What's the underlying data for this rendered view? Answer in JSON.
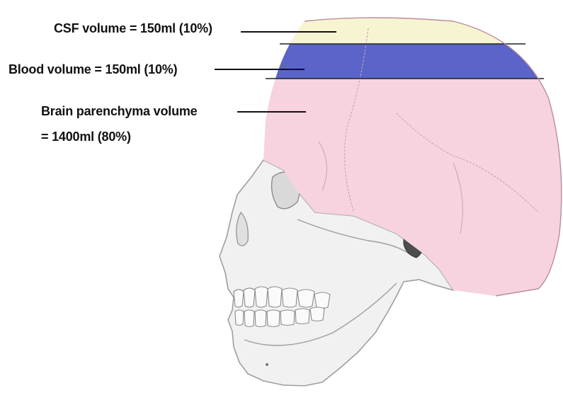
{
  "labels": {
    "csf": "CSF volume = 150ml (10%)",
    "blood": "Blood volume = 150ml (10%)",
    "brain_line1": "Brain parenchyma volume",
    "brain_line2": "= 1400ml (80%)"
  },
  "compartments": [
    {
      "name": "CSF",
      "volume_ml": 150,
      "percent": 10,
      "color": "#f7f4d2"
    },
    {
      "name": "Blood",
      "volume_ml": 150,
      "percent": 10,
      "color": "#5b64c8"
    },
    {
      "name": "Brain parenchyma",
      "volume_ml": 1400,
      "percent": 80,
      "color": "#f6d3de"
    }
  ],
  "colors": {
    "bone": "#f1f1f1",
    "bone_outline": "#bdbdbd",
    "leader_line": "#111111"
  }
}
